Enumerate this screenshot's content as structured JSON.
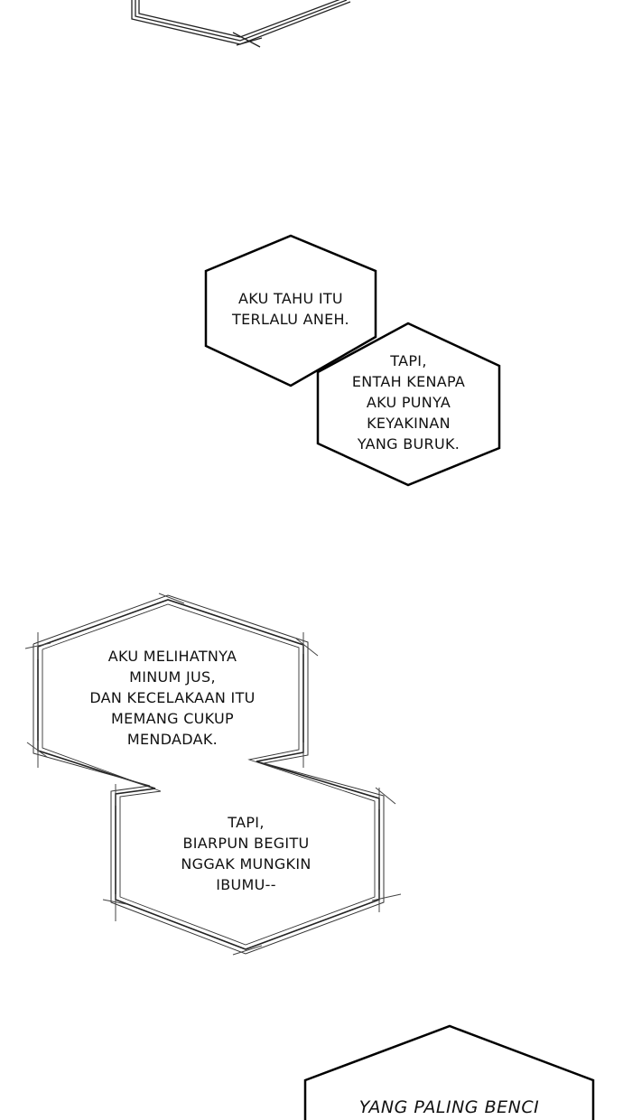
{
  "panel": {
    "bubbles": [
      {
        "id": "b1",
        "style": "solid-hexagon",
        "text": "AKU TAHU ITU\nTERLALU ANEH."
      },
      {
        "id": "b2",
        "style": "solid-hexagon",
        "text": "TAPI,\nENTAH KENAPA\nAKU PUNYA\nKEYAKINAN\nYANG BURUK."
      },
      {
        "id": "b3",
        "style": "sketchy-hexagon",
        "text": "AKU MELIHATNYA\nMINUM JUS,\nDAN KECELAKAAN ITU\nMEMANG CUKUP\nMENDADAK."
      },
      {
        "id": "b4",
        "style": "sketchy-hexagon",
        "text": "TAPI,\nBIARPUN BEGITU\nNGGAK MUNGKIN\nIBUMU--"
      },
      {
        "id": "b5",
        "style": "solid-hexagon",
        "text": "YANG PALING BENCI"
      }
    ]
  },
  "colors": {
    "background": "#ffffff",
    "ink": "#111111"
  }
}
